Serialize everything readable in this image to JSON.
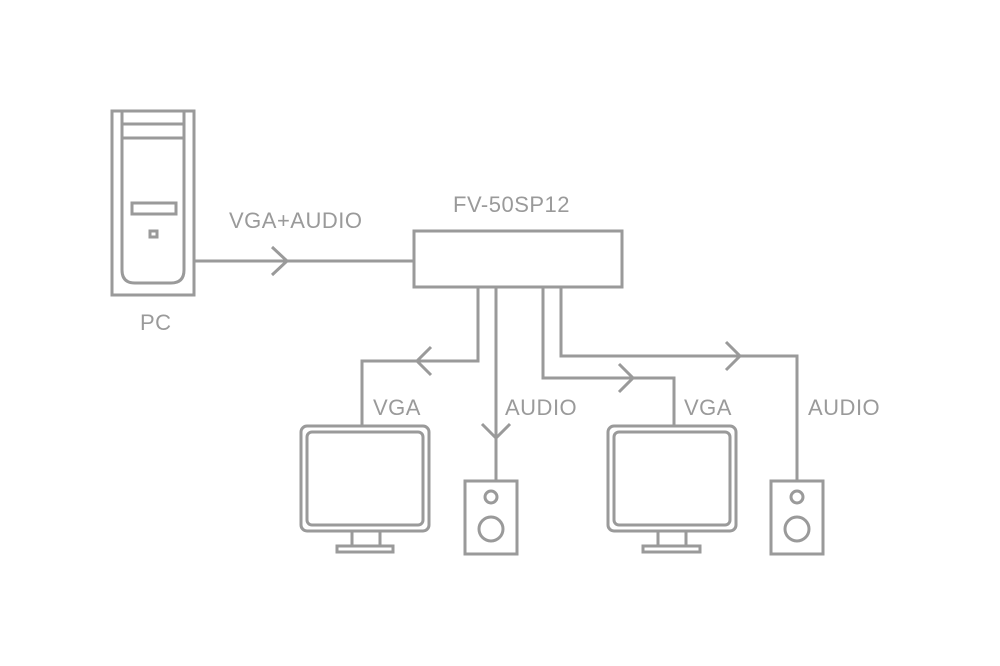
{
  "diagram": {
    "type": "connection-diagram",
    "line_color": "#9a9a9a",
    "background": "#ffffff",
    "nodes": {
      "pc": {
        "label": "PC",
        "icon": "desktop-tower-icon"
      },
      "switch": {
        "label": "FV-50SP12",
        "icon": "splitter-box"
      },
      "monitor1": {
        "icon": "monitor-icon"
      },
      "speaker1": {
        "icon": "speaker-icon"
      },
      "monitor2": {
        "icon": "monitor-icon"
      },
      "speaker2": {
        "icon": "speaker-icon"
      }
    },
    "edges": [
      {
        "from": "pc",
        "to": "switch",
        "label": "VGA+AUDIO"
      },
      {
        "from": "switch",
        "to": "monitor1",
        "label": "VGA"
      },
      {
        "from": "switch",
        "to": "speaker1",
        "label": "AUDIO"
      },
      {
        "from": "switch",
        "to": "monitor2",
        "label": "VGA"
      },
      {
        "from": "switch",
        "to": "speaker2",
        "label": "AUDIO"
      }
    ]
  }
}
